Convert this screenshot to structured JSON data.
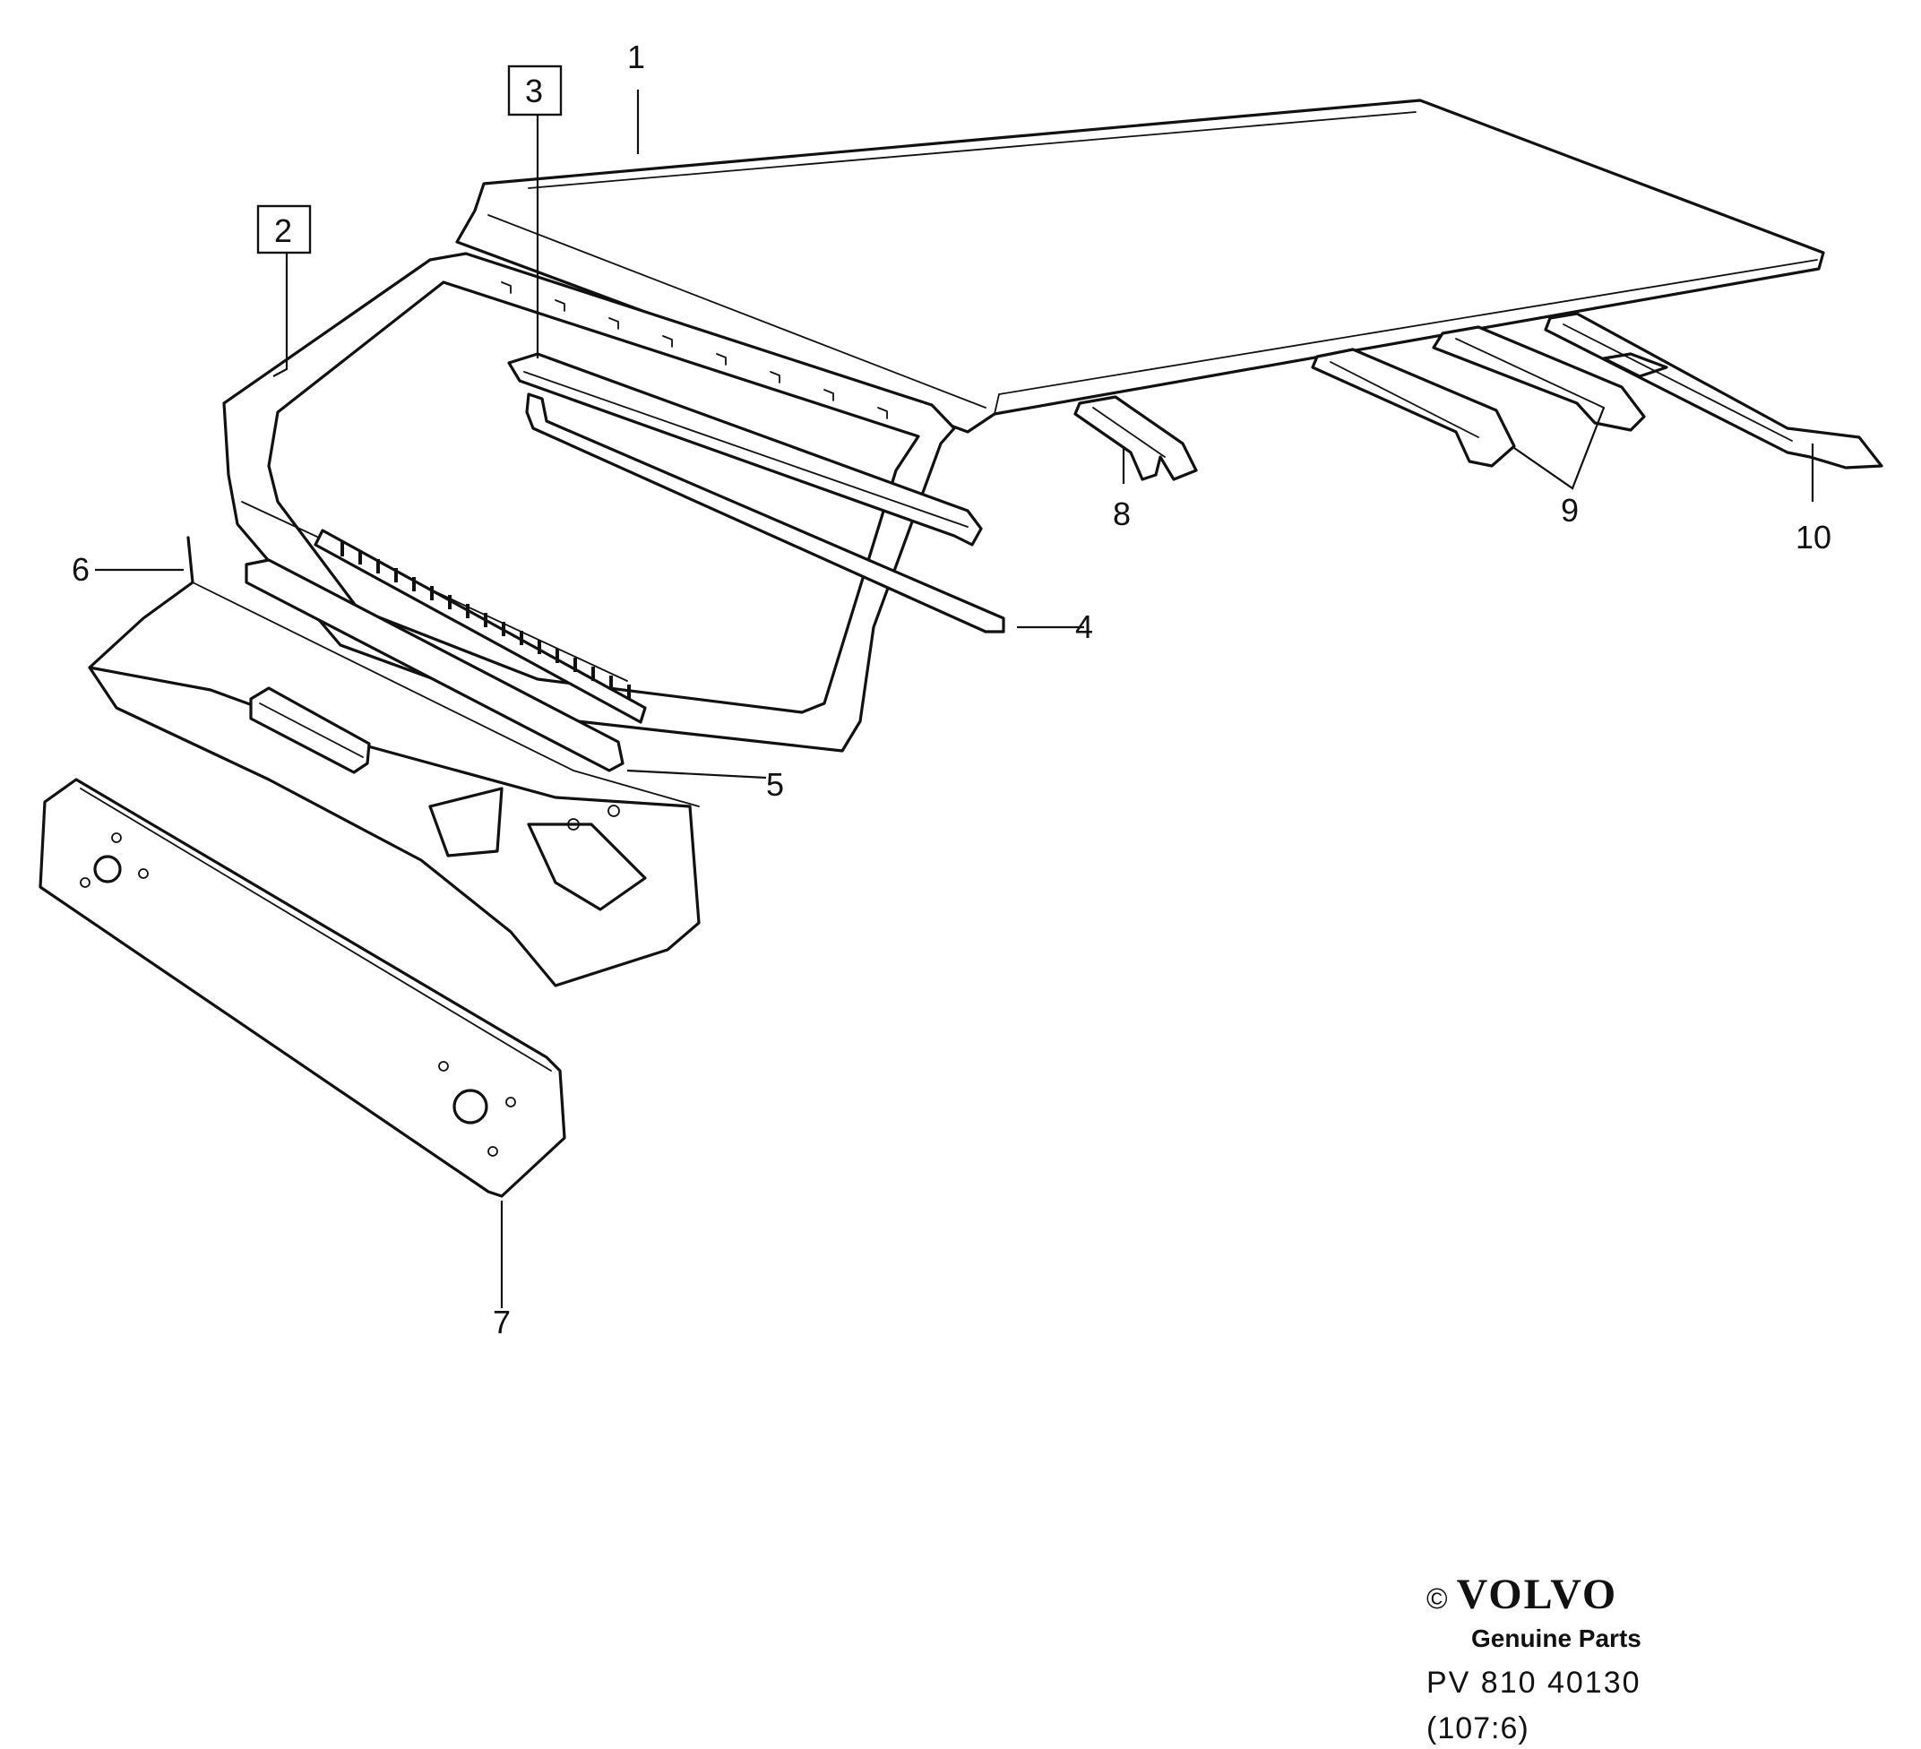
{
  "diagram": {
    "callouts": [
      {
        "id": "1",
        "label": "1"
      },
      {
        "id": "2",
        "label": "2"
      },
      {
        "id": "3",
        "label": "3"
      },
      {
        "id": "4",
        "label": "4"
      },
      {
        "id": "5",
        "label": "5"
      },
      {
        "id": "6",
        "label": "6"
      },
      {
        "id": "7",
        "label": "7"
      },
      {
        "id": "8",
        "label": "8"
      },
      {
        "id": "9",
        "label": "9"
      },
      {
        "id": "10",
        "label": "10"
      }
    ]
  },
  "footer": {
    "copyright_symbol": "©",
    "brand": "VOLVO",
    "tagline": "Genuine Parts",
    "part_number": "PV 810 40130",
    "reference": "(107:6)"
  }
}
